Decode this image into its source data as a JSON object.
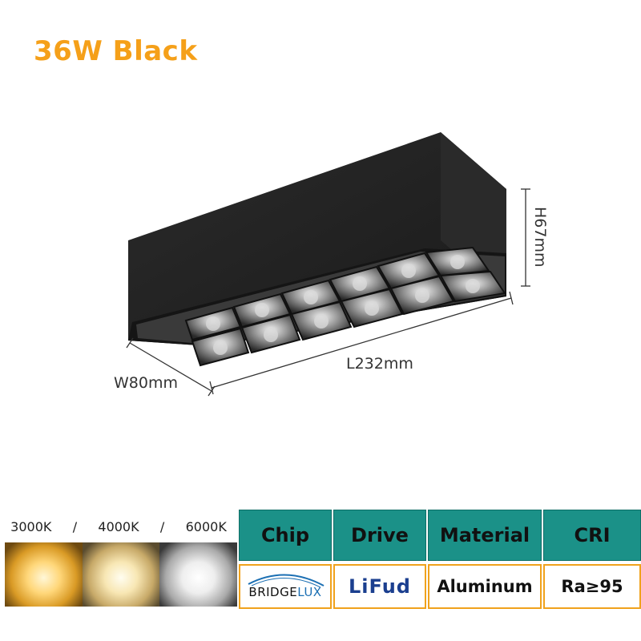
{
  "title": "36W Black",
  "dimensions": {
    "height": "H67mm",
    "length": "L232mm",
    "width": "W80mm"
  },
  "color_temps": [
    "3000K",
    "4000K",
    "6000K"
  ],
  "temp_separator": "/",
  "specs": {
    "chip": {
      "label": "Chip",
      "brand_part1": "BRIDGE",
      "brand_part2": "LUX"
    },
    "drive": {
      "label": "Drive",
      "brand": "LiFud"
    },
    "material": {
      "label": "Material",
      "value": "Aluminum"
    },
    "cri": {
      "label": "CRI",
      "value": "Ra≥95"
    }
  },
  "colors": {
    "title": "#f5a019",
    "spec_header": "#1b9188",
    "spec_border": "#f0a21c"
  }
}
